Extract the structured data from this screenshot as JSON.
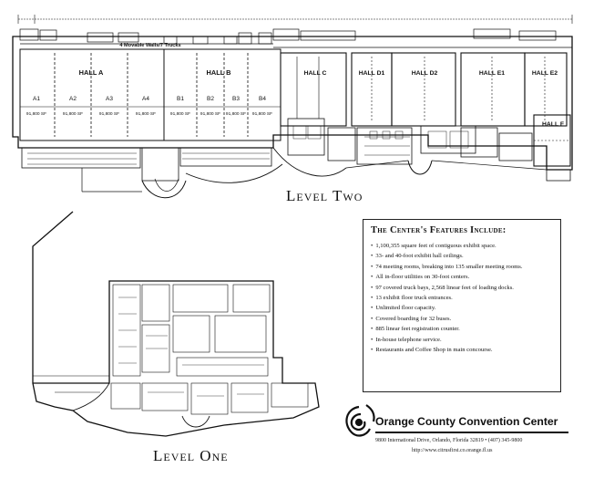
{
  "levels": {
    "two": "Level Two",
    "one": "Level One"
  },
  "halls": {
    "a": {
      "name": "HALL A",
      "subs": [
        {
          "code": "A1",
          "area": "91,800 SF"
        },
        {
          "code": "A2",
          "area": "91,800 SF"
        },
        {
          "code": "A3",
          "area": "91,800 SF"
        },
        {
          "code": "A4",
          "area": "91,800 SF"
        }
      ]
    },
    "b": {
      "name": "HALL B",
      "subs": [
        {
          "code": "B1",
          "area": "91,800 SF"
        },
        {
          "code": "B2",
          "area": "91,800 SF"
        },
        {
          "code": "B3",
          "area": "91,800 SF"
        },
        {
          "code": "B4",
          "area": "91,800 SF"
        }
      ]
    },
    "c": {
      "name": "HALL C"
    },
    "d1": {
      "name": "HALL D1"
    },
    "d2": {
      "name": "HALL D2"
    },
    "e1": {
      "name": "HALL E1"
    },
    "e2": {
      "name": "HALL E2"
    },
    "f": {
      "name": "HALL F"
    }
  },
  "movable_walls": "4 Movable Walls/7 Trucks",
  "features": {
    "title": "The Center's Features Include:",
    "items": [
      "1,100,355 square feet of contiguous exhibit space.",
      "33- and 40-foot exhibit hall ceilings.",
      "74 meeting rooms, breaking into 135 smaller meeting rooms.",
      "All in-floor utilities on 30-foot centers.",
      "97 covered truck bays, 2,568 linear feet of loading docks.",
      "13 exhibit floor truck entrances.",
      "Unlimited floor capacity.",
      "Covered boarding for 32 buses.",
      "885 linear feet registration counter.",
      "In-house telephone service.",
      "Restaurants and Coffee Shop in main concourse."
    ]
  },
  "brand": {
    "name": "Orange County Convention Center",
    "address": "9800 International Drive, Orlando, Florida 32819 • (407) 345-9800",
    "url": "http://www.citrusfirst.co.orange.fl.us"
  }
}
